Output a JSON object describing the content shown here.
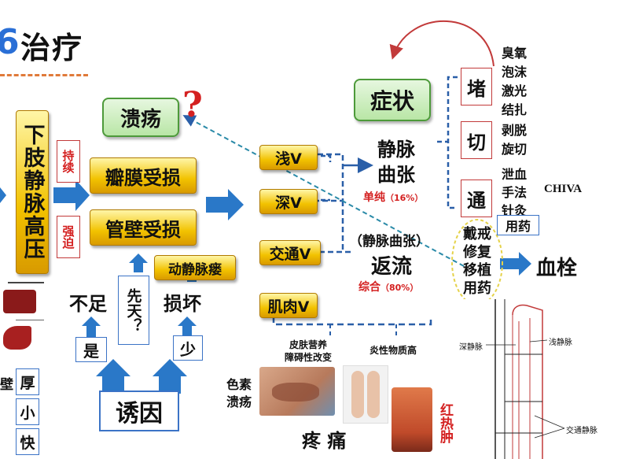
{
  "heading": {
    "number": "6",
    "title": "治疗"
  },
  "left_column": {
    "label": "下肢静脉高压"
  },
  "side_labels": {
    "persist": "持续",
    "force": "强迫"
  },
  "valve_damage": "瓣膜受损",
  "wall_damage": "管壁受损",
  "ulcer": {
    "label": "溃疡",
    "question_mark": "?"
  },
  "av_fistula": "动静脉瘘",
  "insufficient": "不足",
  "congenital": "先天？",
  "damage": "损坏",
  "yes": "是",
  "little": "少",
  "inducement": "诱因",
  "left_bottom": {
    "partial": "壁",
    "thick": "厚",
    "small": "小",
    "fast": "快"
  },
  "veins": [
    {
      "label": "浅V"
    },
    {
      "label": "深V"
    },
    {
      "label": "交通V"
    },
    {
      "label": "肌肉V"
    }
  ],
  "varicose": {
    "label": "静脉曲张",
    "simple": "单纯",
    "simple_pct": "（16%）"
  },
  "reflux": {
    "paren": "（静脉曲张）",
    "label": "返流",
    "combined": "综合",
    "combined_pct": "（80%）"
  },
  "symptom": "症状",
  "treatments": [
    {
      "label": "堵",
      "methods": [
        "臭氧",
        "泡沫",
        "激光",
        "结扎"
      ]
    },
    {
      "label": "切",
      "methods": [
        "剥脱",
        "旋切"
      ]
    },
    {
      "label": "通",
      "methods": [
        "泄血",
        "手法",
        "针灸"
      ]
    }
  ],
  "medication": "用药",
  "chiva": "CHIVA",
  "thrombus_prev": "戴戒修复移植用药",
  "thrombus_prev_lines": [
    "戴戒",
    "修复",
    "移植",
    "用药"
  ],
  "thrombus": "血栓",
  "skin": {
    "line1": "皮肤营养",
    "line2": "障碍性改变"
  },
  "inflammation": "炎性物质高",
  "pigment": {
    "line1": "色素",
    "line2": "溃疡"
  },
  "pain": "疼 痛",
  "redness": "红热肿",
  "anatomy": {
    "deep": "深静脉",
    "superficial": "浅静脉",
    "perforator": "交通静脉"
  },
  "colors": {
    "yellow": "#f2c200",
    "green": "#b9e6a6",
    "blue_arrow": "#2a78c8",
    "red": "#d42020"
  }
}
